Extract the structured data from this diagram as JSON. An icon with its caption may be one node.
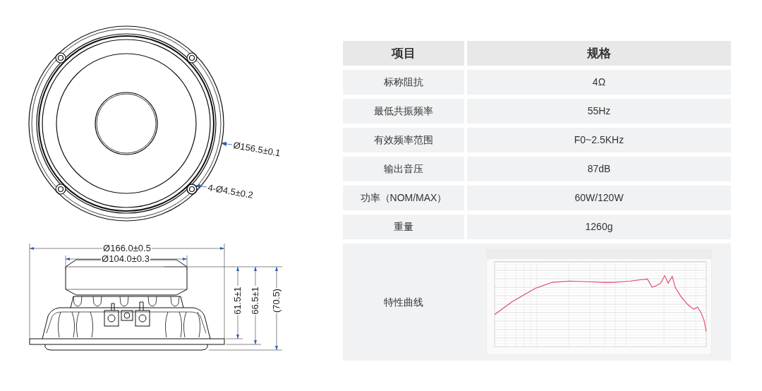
{
  "diagram": {
    "nodes": [
      {
        "text": [
          "Ø156.5±0.1"
        ]
      },
      {
        "text": [
          "4-Ø4.5±0.2"
        ]
      },
      {
        "text": [],
        "shape": "circle",
        "in": 3
      },
      {
        "text": [],
        "shape": "circle"
      }
    ],
    "edges": [
      {
        "from": 0,
        "to": 3,
        "arrow": "to"
      },
      {
        "from": 1,
        "to": 2,
        "arrow": "to"
      }
    ],
    "labels": [
      "Ø166.0±0.5",
      "Ø104.0±0.3",
      "61.5±1",
      "66.5±1",
      "(70.5)",
      "项目",
      "规格",
      "标称阻抗",
      "4Ω",
      "最低共振频率",
      "55Hz",
      "有效频率范围",
      "F0~2.5KHz",
      "输出音压",
      "87dB",
      "功率（NOM/MAX）",
      "60W/120W",
      "重量",
      "1260g",
      "特性曲线"
    ]
  }
}
